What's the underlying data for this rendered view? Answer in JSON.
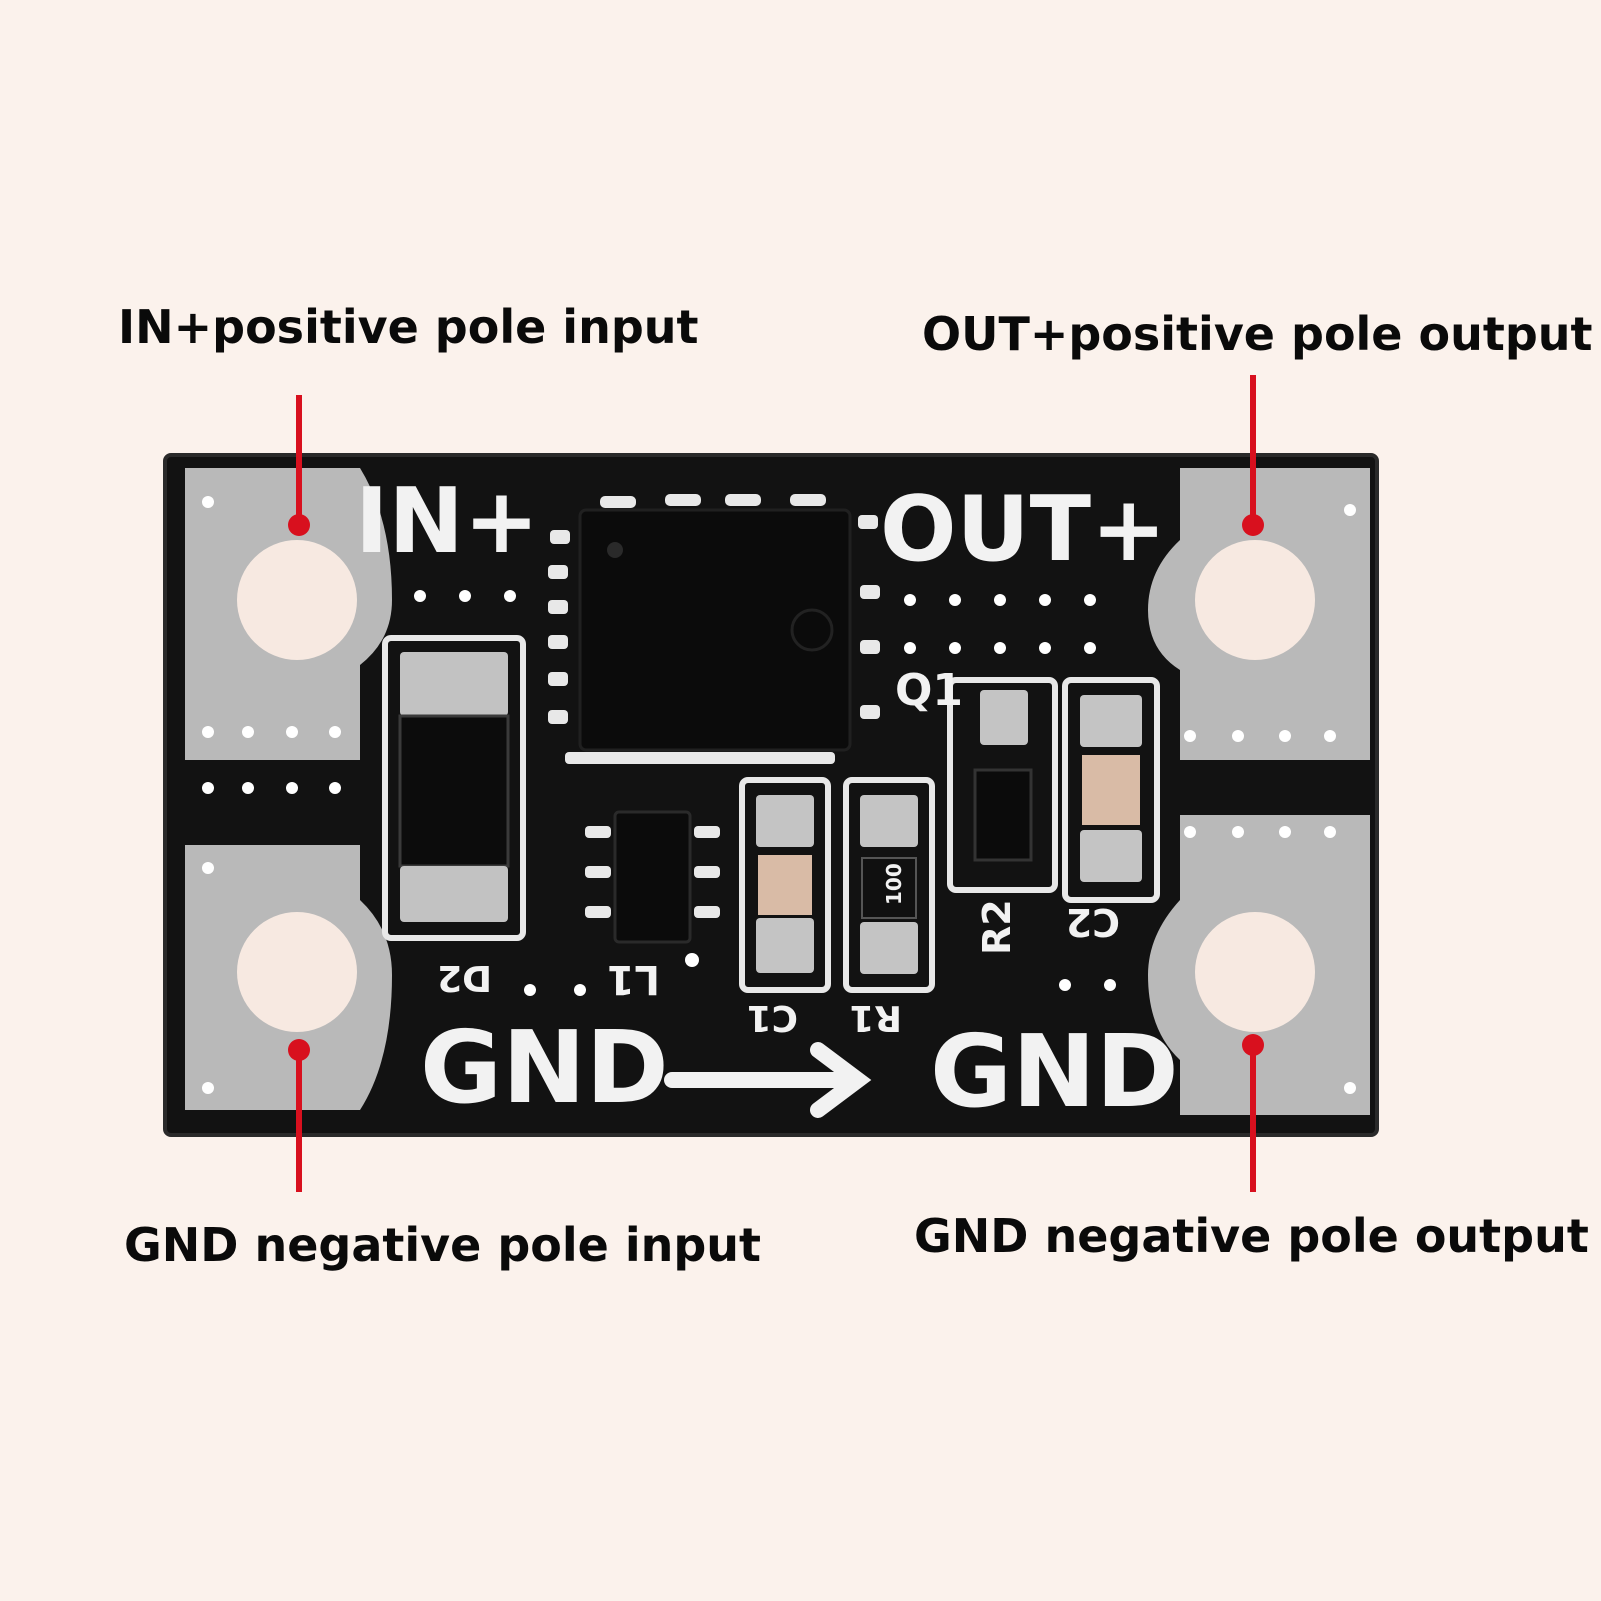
{
  "callouts": {
    "in_positive": "IN+positive pole input",
    "out_positive": "OUT+positive pole output",
    "gnd_input": "GND negative pole input",
    "gnd_output": "GND negative pole output"
  },
  "silkscreen": {
    "in_plus": "IN+",
    "out_plus": "OUT+",
    "gnd_left": "GND",
    "gnd_right": "GND",
    "q1": "Q1",
    "d2": "D2",
    "l1": "L1",
    "c1": "C1",
    "r1": "R1",
    "r2": "R2",
    "c2": "C2",
    "resistor_code": "100"
  },
  "colors": {
    "background": "#fbf2ec",
    "board": "#121212",
    "pad": "#b8b8b8",
    "leader_line": "#d8101e",
    "silkscreen": "#f2f2f2"
  }
}
